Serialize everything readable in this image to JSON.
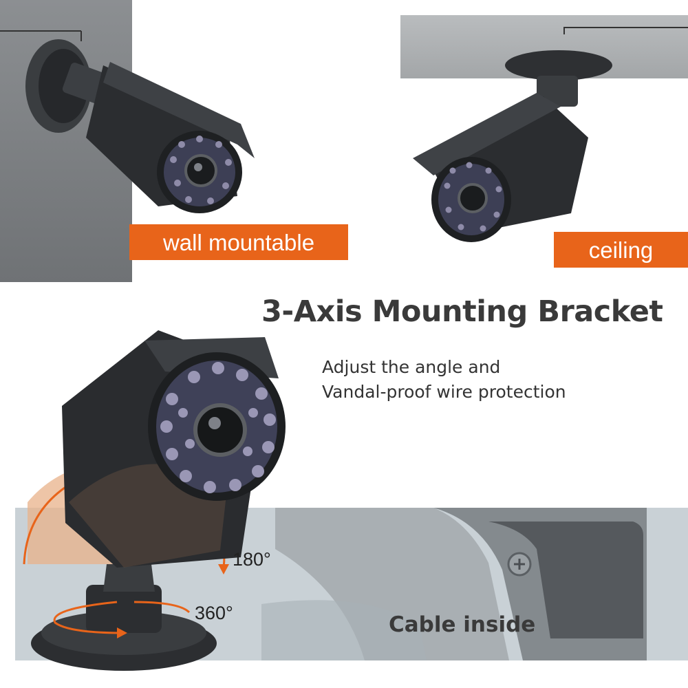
{
  "labels": {
    "wall": "wall mountable",
    "ceiling": "ceiling"
  },
  "headline": "3-Axis Mounting Bracket",
  "description": {
    "line1": "Adjust the angle and",
    "line2": "Vandal-proof  wire protection"
  },
  "rotation": {
    "tilt": "180°",
    "pan": "360°"
  },
  "cable_caption": "Cable inside",
  "colors": {
    "accent": "#e8641a",
    "camera_body": "#2b2d30",
    "text_dark": "#3a3a3a"
  }
}
